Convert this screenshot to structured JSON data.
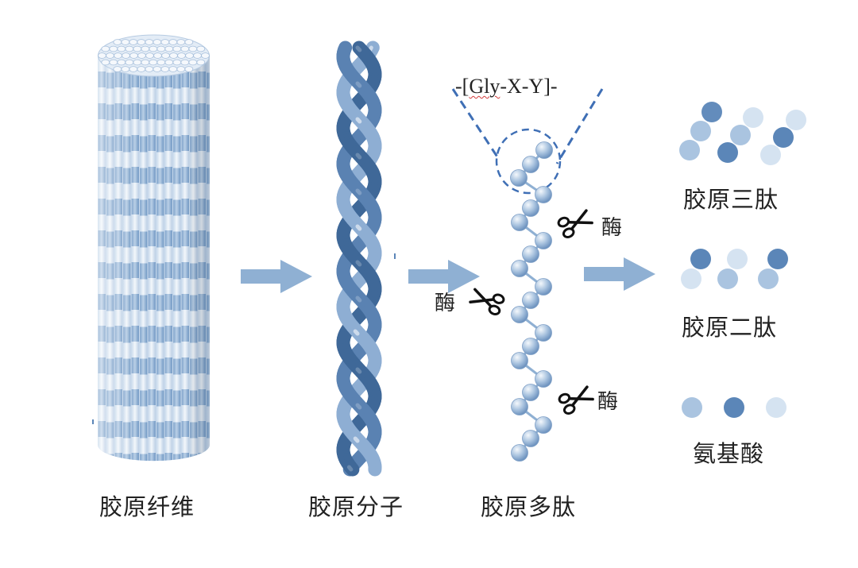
{
  "labels": {
    "fibril": "胶原纤维",
    "molecule": "胶原分子",
    "polypeptide": "胶原多肽",
    "tripeptide": "胶原三肽",
    "dipeptide": "胶原二肽",
    "amino_acid": "氨基酸"
  },
  "formula": {
    "prefix": "-[",
    "gly": "Gly",
    "rest": "-X-Y]-"
  },
  "enzymes": [
    "酶",
    "酶",
    "酶"
  ],
  "colors": {
    "dark_blue": "#5b86b8",
    "light_blue": "#aac4e0",
    "pale_blue": "#d5e3f1",
    "arrow": "#8fb0d3",
    "dashed": "#3f6fb5"
  }
}
